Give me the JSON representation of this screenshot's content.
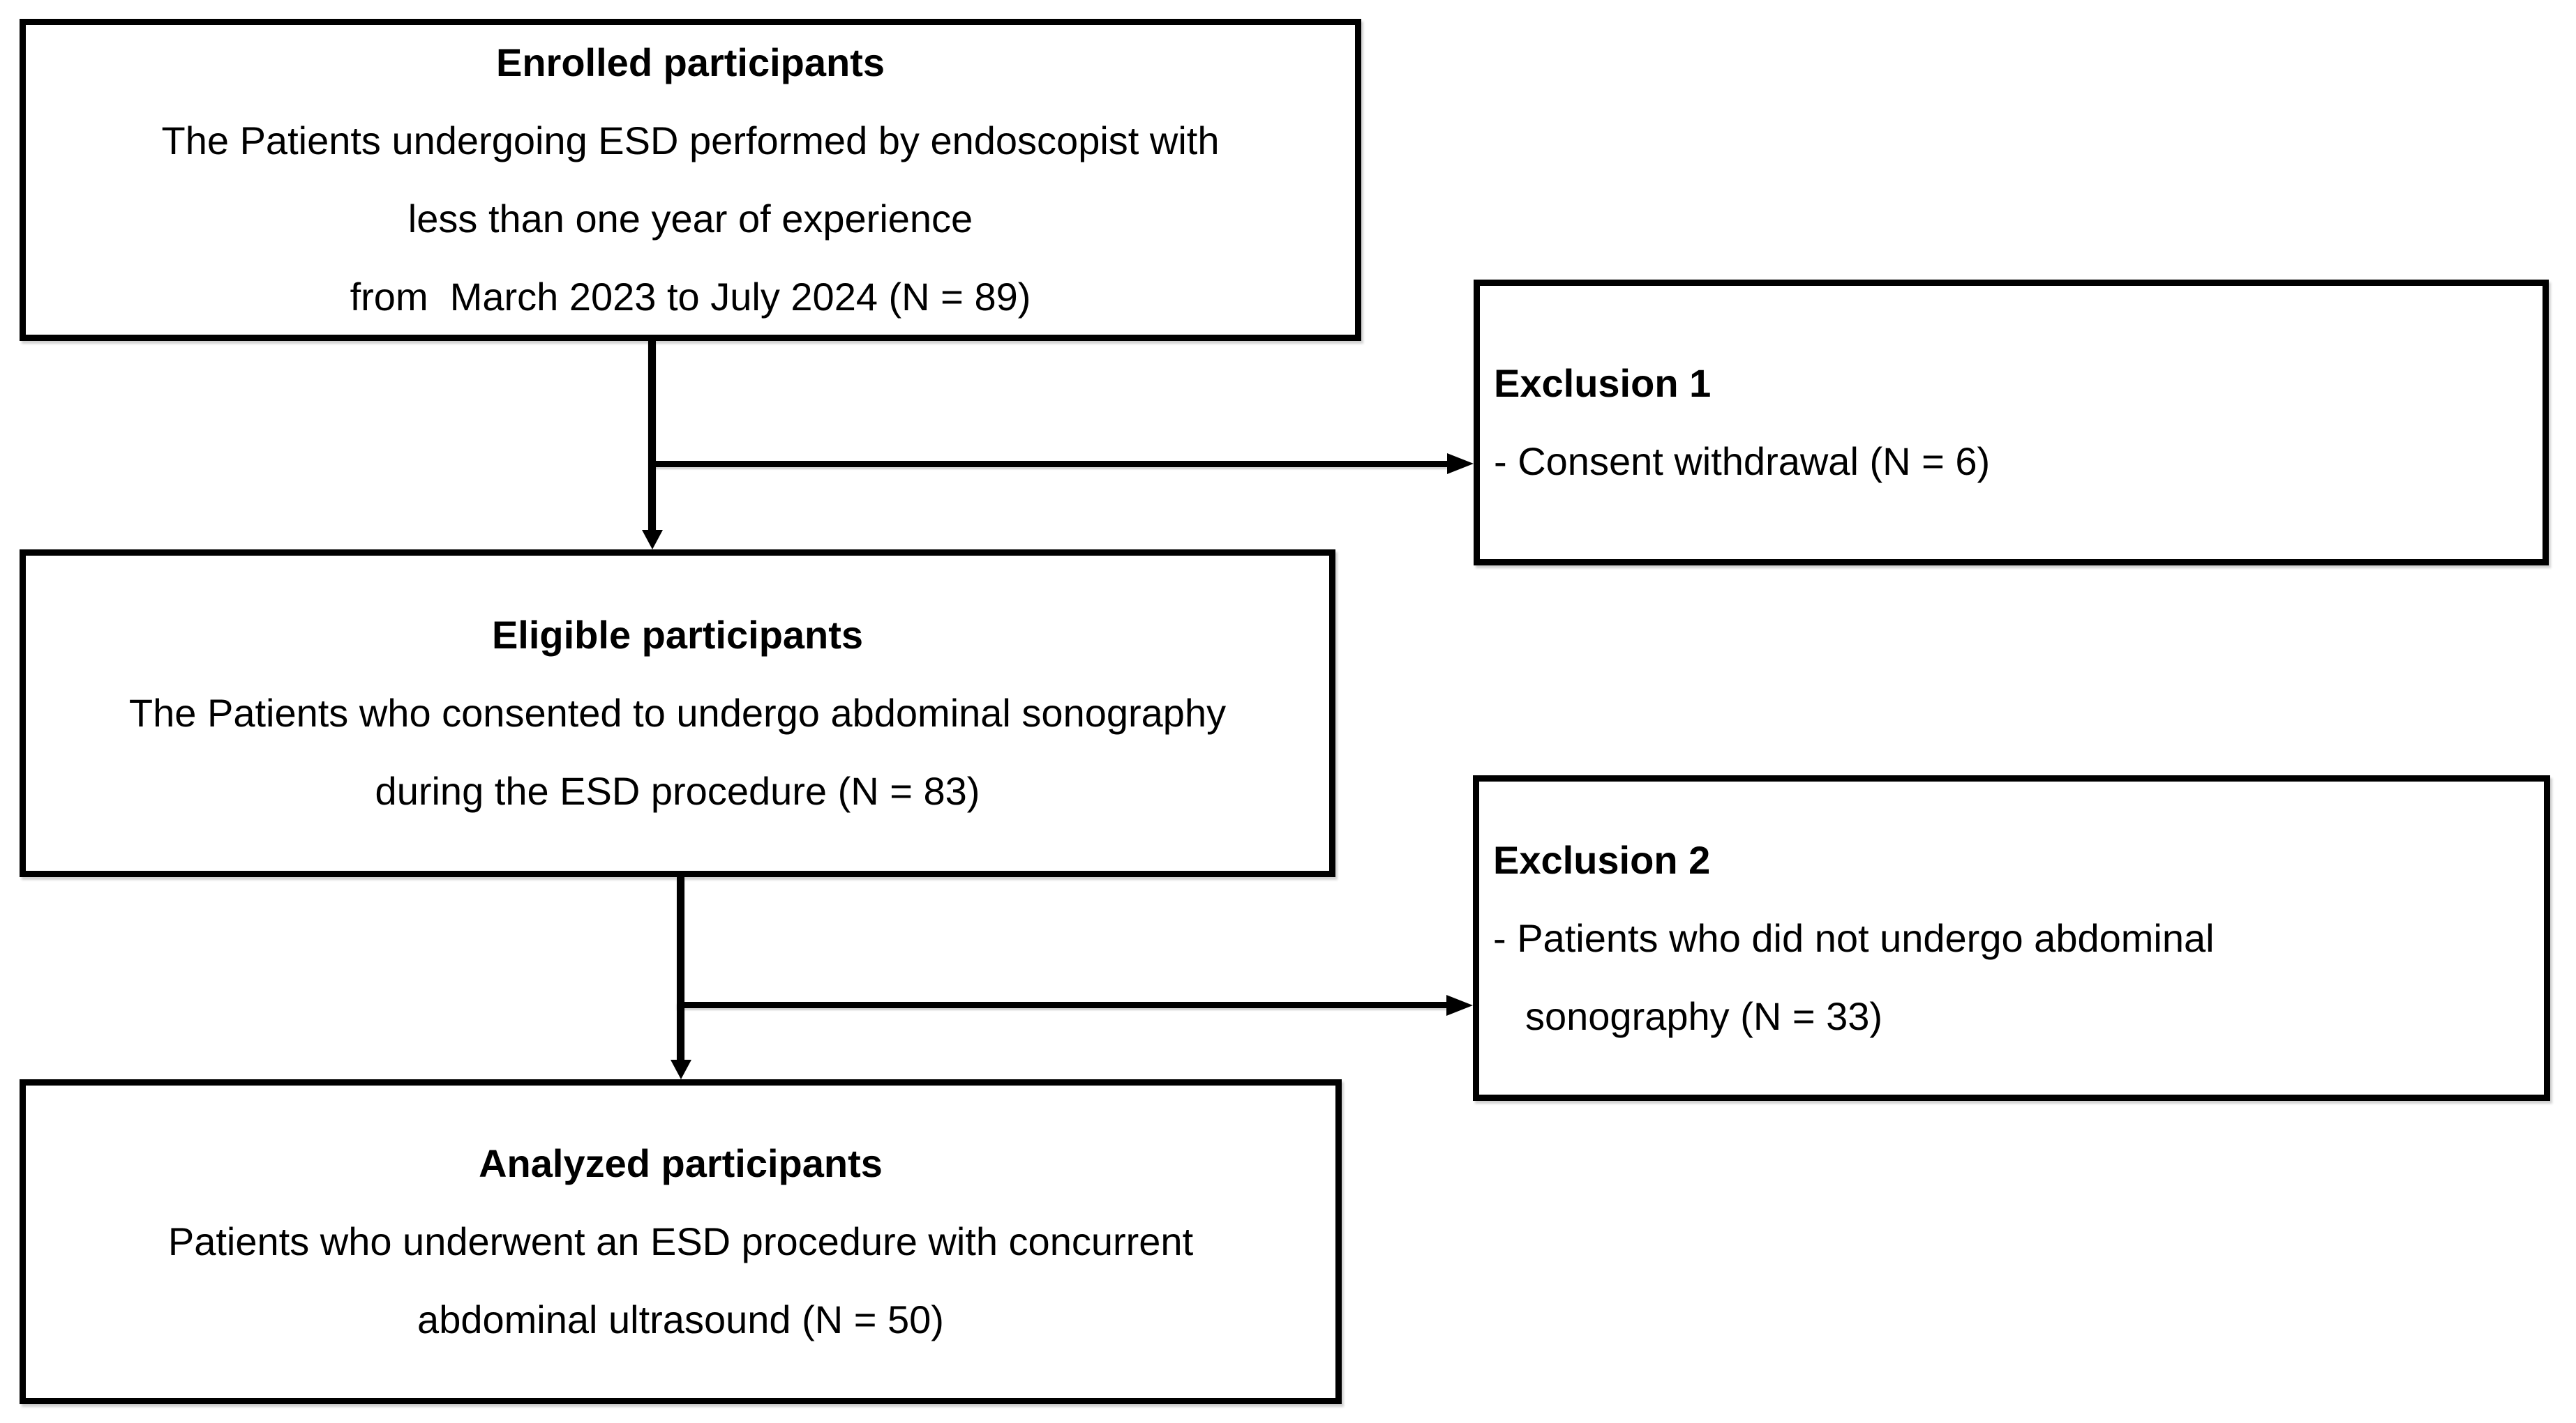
{
  "page": {
    "background": "#ffffff",
    "border_color": "#000000",
    "text_color": "#000000"
  },
  "flowchart": {
    "enrolled": {
      "title": "Enrolled participants",
      "line1": "The Patients undergoing ESD performed by endoscopist with",
      "line2": "less than one year of experience",
      "line3": "from  March 2023 to July 2024 (N = 89)"
    },
    "exclusion1": {
      "title": "Exclusion 1",
      "line1": "- Consent withdrawal (N = 6)"
    },
    "eligible": {
      "title": "Eligible participants",
      "line1": "The Patients who consented to undergo abdominal sonography",
      "line2": "during the ESD procedure (N = 83)"
    },
    "exclusion2": {
      "title": "Exclusion 2",
      "line1": "- Patients who did not undergo abdominal",
      "line2": "sonography (N = 33)"
    },
    "analyzed": {
      "title": "Analyzed participants",
      "line1": "Patients who underwent an ESD procedure with concurrent",
      "line2": "abdominal ultrasound (N = 50)"
    }
  }
}
